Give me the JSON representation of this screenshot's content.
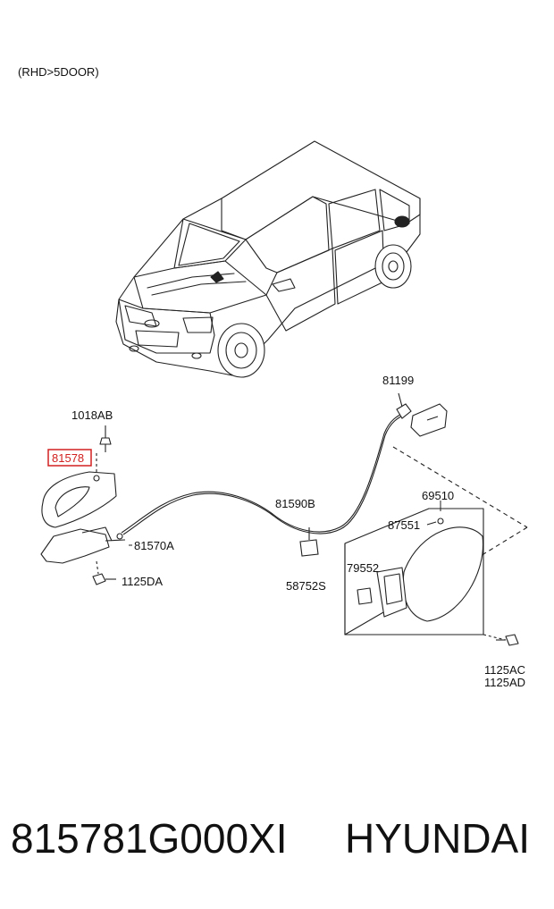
{
  "diagram": {
    "variant_note": "(RHD>5DOOR)",
    "highlight_color": "#d22020",
    "line_color": "#222222",
    "callouts": [
      {
        "id": "c-1018ab",
        "text": "1018AB",
        "highlighted": false
      },
      {
        "id": "c-81578",
        "text": "81578",
        "highlighted": true
      },
      {
        "id": "c-81570a",
        "text": "81570A",
        "highlighted": false
      },
      {
        "id": "c-1125da",
        "text": "1125DA",
        "highlighted": false
      },
      {
        "id": "c-81199",
        "text": "81199",
        "highlighted": false
      },
      {
        "id": "c-81590b",
        "text": "81590B",
        "highlighted": false
      },
      {
        "id": "c-58752s",
        "text": "58752S",
        "highlighted": false
      },
      {
        "id": "c-69510",
        "text": "69510",
        "highlighted": false
      },
      {
        "id": "c-87551",
        "text": "87551",
        "highlighted": false
      },
      {
        "id": "c-79552",
        "text": "79552",
        "highlighted": false
      },
      {
        "id": "c-1125ac",
        "text": "1125AC",
        "highlighted": false
      },
      {
        "id": "c-1125ad",
        "text": "1125AD",
        "highlighted": false
      }
    ]
  },
  "footer": {
    "part_number": "815781G000XI",
    "brand": "HYUNDAI"
  }
}
